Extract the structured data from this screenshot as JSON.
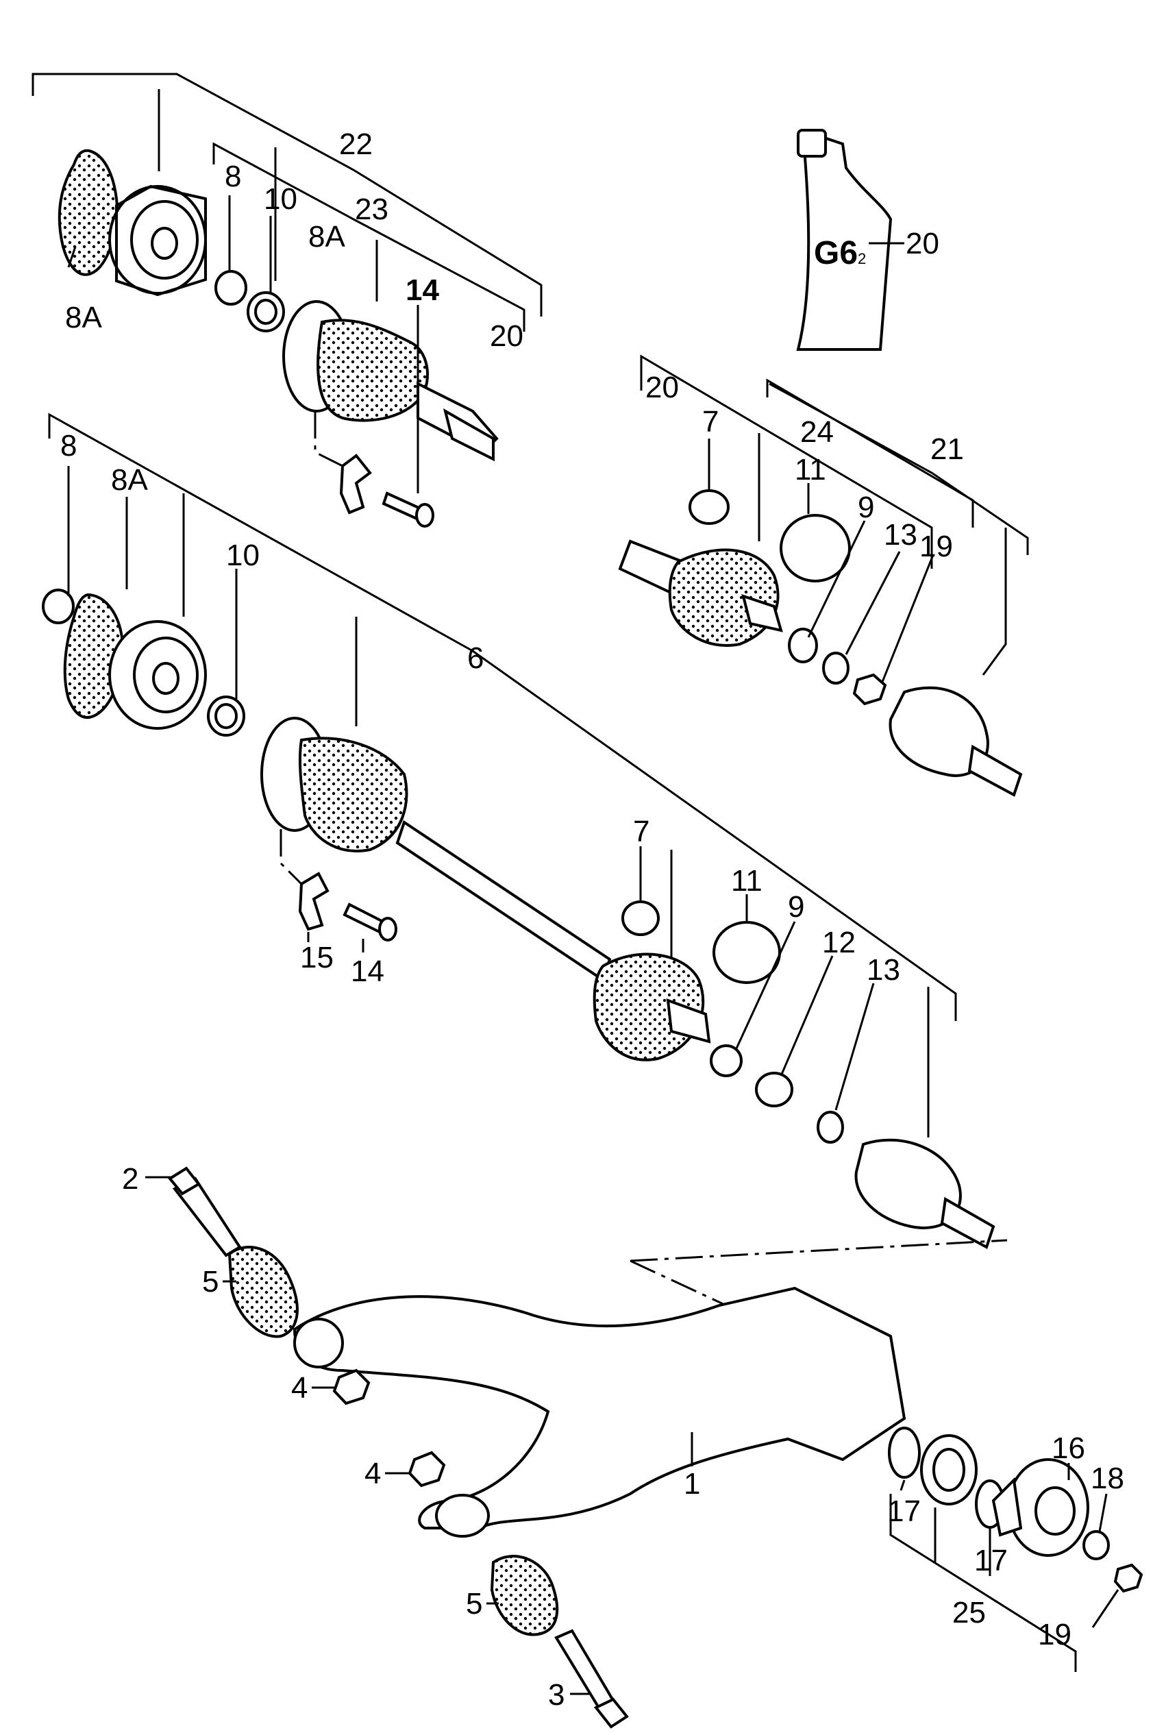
{
  "labels": {
    "l22": "22",
    "l23": "23",
    "l8a_top_boot": "8A",
    "l8_top": "8",
    "l10_top": "10",
    "l8a_top_left": "8A",
    "l14_top": "14",
    "l20_top": "20",
    "l20_tube": "20",
    "l20_mid": "20",
    "l24": "24",
    "l21": "21",
    "l7_top": "7",
    "l11_top": "11",
    "l9_top": "9",
    "l13_top": "13",
    "l19_top": "19",
    "l8_mid": "8",
    "l8a_mid": "8A",
    "l10_mid": "10",
    "l6": "6",
    "l15": "15",
    "l14_mid": "14",
    "l7_mid": "7",
    "l11_mid": "11",
    "l9_mid": "9",
    "l12": "12",
    "l13_mid": "13",
    "l2": "2",
    "l5_top": "5",
    "l4_top": "4",
    "l4_bot": "4",
    "l1": "1",
    "l5_bot": "5",
    "l3": "3",
    "l17_a": "17",
    "l17_b": "17",
    "l16": "16",
    "l18": "18",
    "l25": "25",
    "l19_bot": "19"
  },
  "tube_text": "G6",
  "tube_sub": "2"
}
